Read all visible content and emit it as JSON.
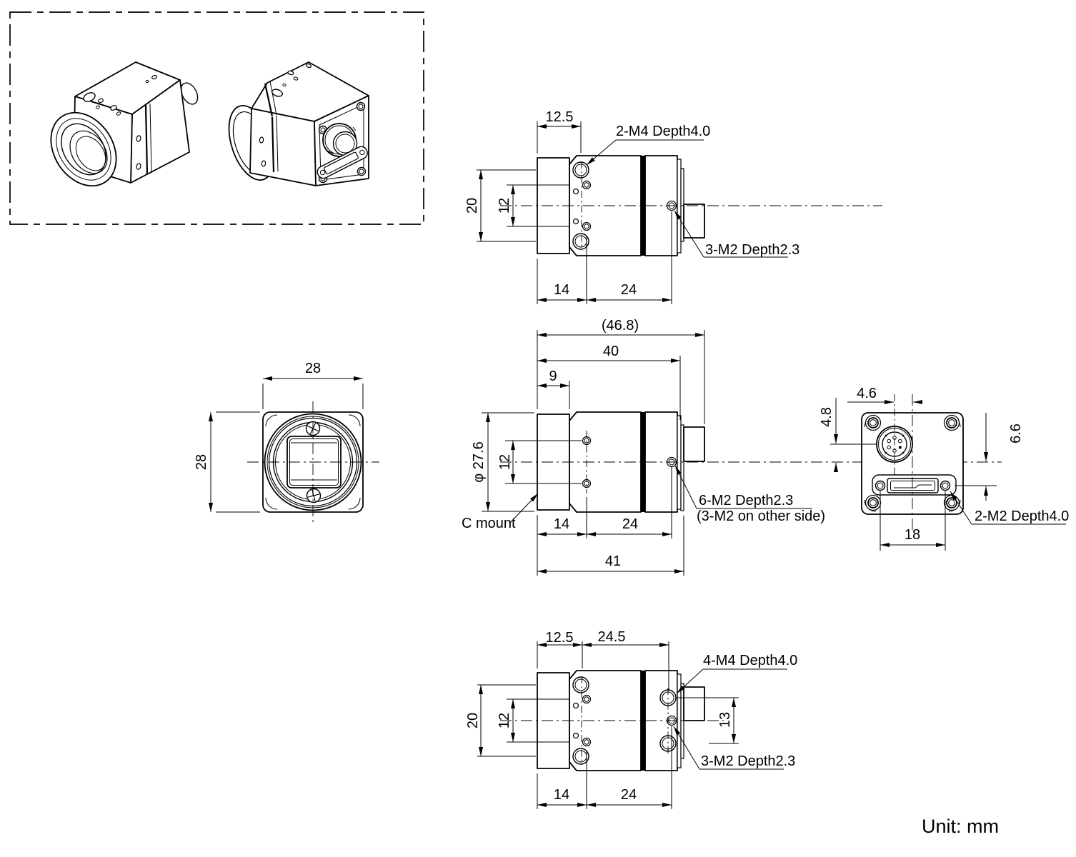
{
  "drawing": {
    "unit_note": "Unit: mm",
    "colors": {
      "line": "#000000",
      "background": "#ffffff"
    },
    "views": {
      "top": {
        "dim_125": "12.5",
        "dim_20": "20",
        "dim_12": "12",
        "dim_14": "14",
        "dim_24": "24",
        "label_m4": "2-M4 Depth4.0",
        "label_m2": "3-M2 Depth2.3"
      },
      "front": {
        "dim_width": "28",
        "dim_height": "28"
      },
      "side": {
        "dim_468": "(46.8)",
        "dim_40": "40",
        "dim_9": "9",
        "dim_dia": "φ 27.6",
        "dim_12": "12",
        "dim_14": "14",
        "dim_24": "24",
        "dim_41": "41",
        "label_cmount": "C mount",
        "label_m2_line1": "6-M2 Depth2.3",
        "label_m2_line2": "(3-M2 on other side)"
      },
      "rear": {
        "dim_46": "4.6",
        "dim_48": "4.8",
        "dim_66": "6.6",
        "dim_18": "18",
        "label_m2": "2-M2 Depth4.0"
      },
      "bottom": {
        "dim_125": "12.5",
        "dim_245": "24.5",
        "dim_20": "20",
        "dim_12": "12",
        "dim_13": "13",
        "dim_14": "14",
        "dim_24": "24",
        "label_m4": "4-M4 Depth4.0",
        "label_m2": "3-M2 Depth2.3"
      }
    }
  }
}
